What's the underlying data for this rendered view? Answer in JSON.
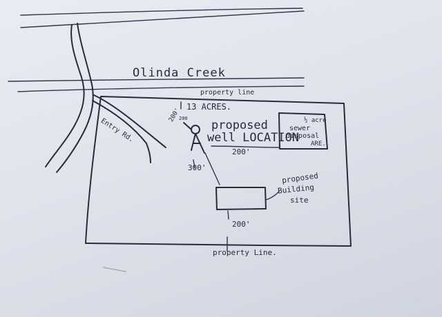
{
  "top_road_label": "",
  "creek_label": "Olinda Creek",
  "property_line_top": "property line",
  "acres": "13 ACRES.",
  "road_label": "Entry Rd.",
  "well": {
    "label_line1": "proposed",
    "label_line2": "well LOCATION"
  },
  "well_offsets": {
    "left": "200'",
    "left_small": "200",
    "right": "200'",
    "down": "300'"
  },
  "septic": {
    "size": "½ acre",
    "line1": "sewer",
    "line2": "disposal",
    "line3": "ARE."
  },
  "building": {
    "line1": "proposed",
    "line2": "Building",
    "line3": "site"
  },
  "building_offset": "200'",
  "property_line_bottom": "property Line."
}
